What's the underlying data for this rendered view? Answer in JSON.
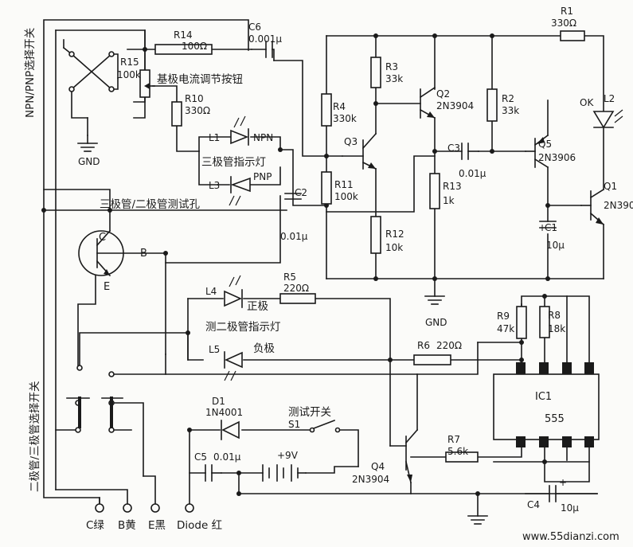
{
  "labels": {
    "R14": "R14",
    "R14v": "100Ω",
    "C6": "C6",
    "C6v": "0.001μ",
    "R1": "R1",
    "R1v": "330Ω",
    "R15": "R15",
    "R15v": "100k",
    "base_adj": "基极电流调节按钮",
    "R10": "R10",
    "R10v": "330Ω",
    "R3": "R3",
    "R3v": "33k",
    "Q2": "Q2",
    "Q2v": "2N3904",
    "R4": "R4",
    "R4v": "330k",
    "R2": "R2",
    "R2v": "33k",
    "OK": "OK",
    "L2": "L2",
    "GND1": "GND",
    "L1": "L1",
    "NPN": "NPN",
    "tri_ind": "三极管指示灯",
    "L3": "L3",
    "PNP": "PNP",
    "Q3": "Q3",
    "C3": "C3",
    "C3v": "0.01μ",
    "Q5": "Q5",
    "Q5v": "2N3906",
    "C2": "C2",
    "C2v": "0.01μ",
    "R11": "R11",
    "R11v": "100k",
    "R13": "R13",
    "R13v": "1k",
    "Q1": "Q1",
    "Q1v": "2N390",
    "hole": "三极管/二极管测试孔",
    "C1": "C1",
    "C1v": "10μ",
    "C1p": "+",
    "tC": "C",
    "tB": "B",
    "tE": "E",
    "R12": "R12",
    "R12v": "10k",
    "L4": "L4",
    "R5": "R5",
    "R5v": "220Ω",
    "pos": "正极",
    "GND2": "GND",
    "R9": "R9",
    "R9v": "47k",
    "R8": "R8",
    "R8v": "18k",
    "diode_ind": "测二极管指示灯",
    "R6": "R6",
    "R6v": "220Ω",
    "L5": "L5",
    "neg": "负极",
    "IC1": "IC1",
    "IC1v": "555",
    "D1": "D1",
    "D1v": "1N4001",
    "test_sw": "测试开关",
    "S1": "S1",
    "C5": "C5",
    "C5v": "0.01μ",
    "bat": "+9V",
    "R7": "R7",
    "R7v": "5.6k",
    "Q4": "Q4",
    "Q4v": "2N3904",
    "C4": "C4",
    "C4v": "10μ",
    "C4p": "+",
    "Cg": "C绿",
    "By": "B黄",
    "Eb": "E黑",
    "Dr": "Diode 红",
    "npn_switch": "NPN/PNP选择开关",
    "diode_switch": "二极管/三极管选择开关",
    "watermark": "www.55dianzi.com"
  }
}
